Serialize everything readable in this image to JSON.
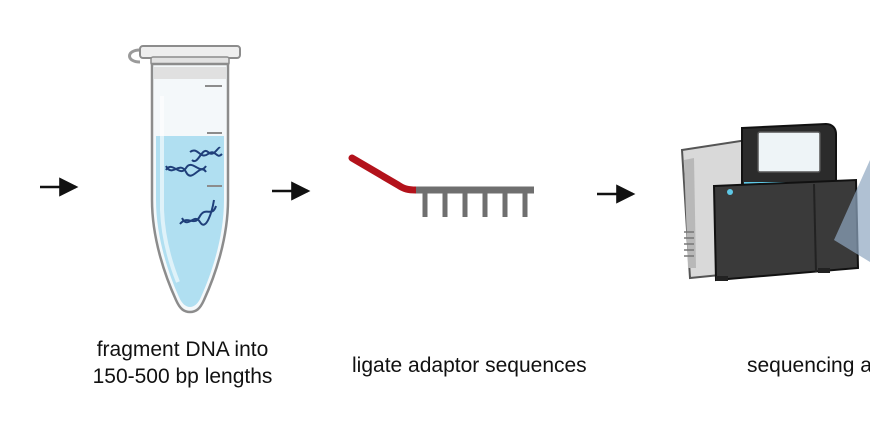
{
  "steps": [
    {
      "id": "fragment",
      "caption_lines": [
        "fragment DNA into",
        "150-500 bp lengths"
      ]
    },
    {
      "id": "ligate",
      "caption_lines": [
        "ligate adaptor sequences"
      ]
    },
    {
      "id": "sequence",
      "caption_lines": [
        "sequencing a"
      ]
    }
  ],
  "colors": {
    "arrow": "#111111",
    "tube_liquid": "#a9dcef",
    "dna": "#1f3f7a",
    "adaptor": "#b3121b",
    "dna_fragment": "#6f6f6f",
    "sequencer_body": "#3a3a3a",
    "sequencer_panel": "#d9d9d9",
    "light_beam": "#8ea6c1"
  },
  "icons": [
    "arrow-icon",
    "microcentrifuge-tube-icon",
    "adaptor-ligation-icon",
    "sequencer-icon"
  ]
}
